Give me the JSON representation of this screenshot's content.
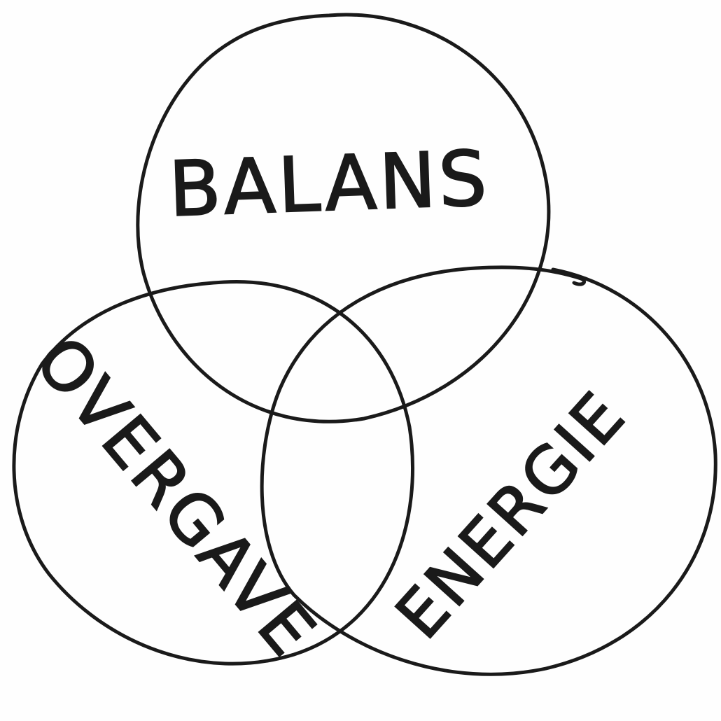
{
  "diagram": {
    "sets": [
      {
        "id": "balans",
        "label": "BALANS"
      },
      {
        "id": "overgave",
        "label": "OVERGAVE"
      },
      {
        "id": "energie",
        "label": "ENERGIE"
      }
    ],
    "stroke_color": "#1a1a1a",
    "background_color": "#ffffff"
  }
}
